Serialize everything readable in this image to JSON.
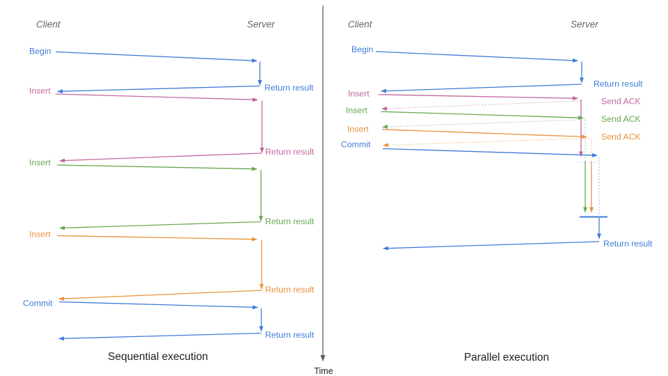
{
  "colors": {
    "blue": "#3e7cd9",
    "bluelight": "#9fc0ef",
    "pink": "#c2679f",
    "pinklight": "#e2b3d0",
    "green": "#68a84e",
    "greenlight": "#b4d4a5",
    "orange": "#e8913a",
    "orangelight": "#f5c795",
    "axis": "#5c5c5c",
    "header": "#666666",
    "title": "#212121"
  },
  "sequential": {
    "title": "Sequential execution",
    "client_header": "Client",
    "server_header": "Server",
    "ops": [
      {
        "label": "Begin",
        "result": "Return result"
      },
      {
        "label": "Insert",
        "result": "Return result"
      },
      {
        "label": "Insert",
        "result": "Return result"
      },
      {
        "label": "Insert",
        "result": "Return result"
      },
      {
        "label": "Commit",
        "result": "Return result"
      }
    ]
  },
  "parallel": {
    "title": "Parallel execution",
    "client_header": "Client",
    "server_header": "Server",
    "ops": [
      {
        "label": "Begin",
        "result": "Return result"
      },
      {
        "label": "Insert",
        "ack": "Send ACK"
      },
      {
        "label": "Insert",
        "ack": "Send ACK"
      },
      {
        "label": "Insert",
        "ack": "Send ACK"
      },
      {
        "label": "Commit"
      }
    ],
    "final_result": "Return result"
  },
  "time_axis": {
    "label": "Time"
  }
}
